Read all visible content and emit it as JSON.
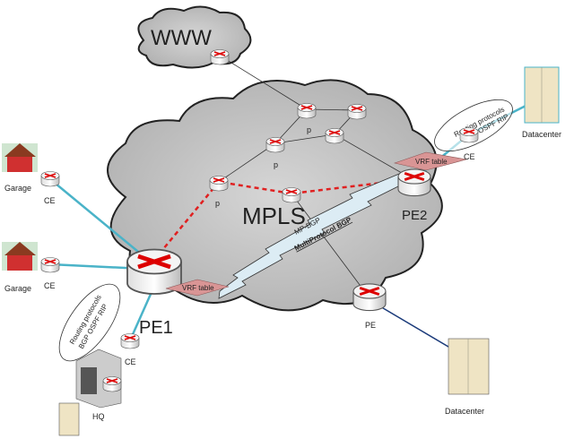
{
  "labels": {
    "www": "WWW",
    "mpls": "MPLS",
    "p1": "p",
    "p2": "p",
    "p3": "p",
    "pe1": "PE1",
    "pe2": "PE2",
    "pe": "PE",
    "ce_garage1": "CE",
    "ce_garage2": "CE",
    "ce_hq": "CE",
    "ce_dc": "CE",
    "garage1": "Garage",
    "garage2": "Garage",
    "hq": "HQ",
    "datacenter1": "Datacenter",
    "datacenter2": "Datacenter",
    "vrf1": "VRF table",
    "vrf2": "VRF table",
    "routing_title_left": "Routing protocols",
    "routing_list_left": "BGP  OSPF  RIP",
    "routing_title_right": "Routing protocols",
    "routing_list_right": "BGP  OSPF  RIP",
    "mpbgp": "MP-BGP",
    "multiprotocol": "MultiProtocol BGP"
  },
  "colors": {
    "access_link": "#4ab3c8",
    "dashed_path": "#e02020",
    "vrf": "#d99595",
    "router_arrow": "#e01010",
    "cloud": "#c8c8c8",
    "tunnel": "#dcecf4"
  }
}
